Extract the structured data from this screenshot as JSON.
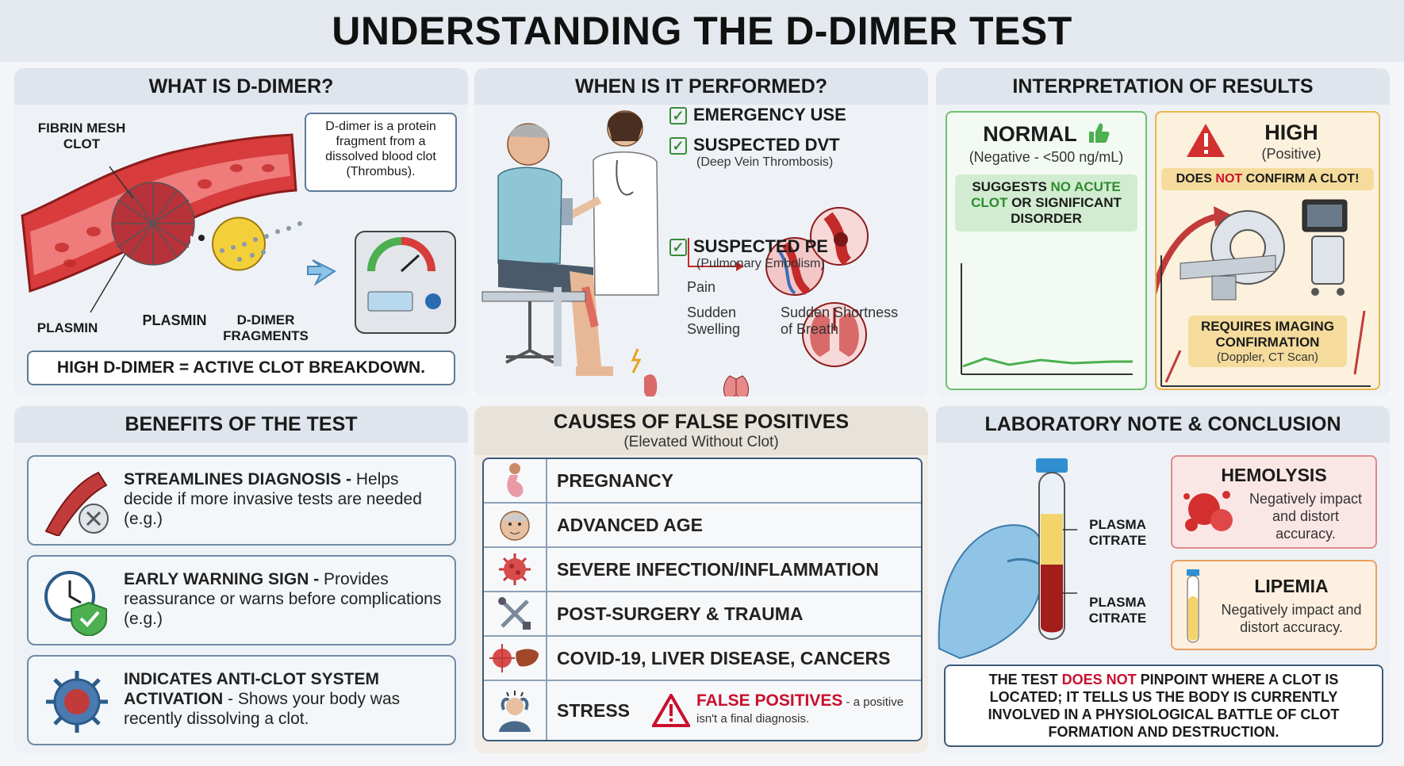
{
  "title": "UNDERSTANDING THE D-DIMER TEST",
  "what": {
    "title": "WHAT IS D-DIMER?",
    "fibrin_label": "FIBRIN MESH\nCLOT",
    "plasmin_left": "PLASMIN",
    "plasmin_center": "PLASMIN",
    "fragments_label": "D-DIMER\nFRAGMENTS",
    "definition": "D-dimer is a protein fragment from a dissolved blood clot (Thrombus).",
    "summary": "HIGH D-DIMER = ACTIVE CLOT BREAKDOWN."
  },
  "when": {
    "title": "WHEN IS IT PERFORMED?",
    "items": [
      {
        "label": "EMERGENCY USE",
        "sub": ""
      },
      {
        "label": "SUSPECTED DVT",
        "sub": "(Deep Vein Thrombosis)"
      },
      {
        "label": "SUSPECTED PE",
        "sub": "(Pulmonary Embolism)"
      }
    ],
    "symptoms": {
      "pain": "Pain",
      "swelling": "Sudden\nSwelling",
      "breath": "Sudden Shortness\nof Breath"
    }
  },
  "interpret": {
    "title": "INTERPRETATION OF RESULTS",
    "normal_title": "NORMAL",
    "normal_sub": "(Negative - <500 ng/mL)",
    "normal_msg_pre": "SUGGESTS ",
    "normal_msg_em": "NO ACUTE CLOT",
    "normal_msg_post": " OR SIGNIFICANT DISORDER",
    "high_title": "HIGH",
    "high_sub": "(Positive)",
    "high_msg_pre": "DOES ",
    "high_msg_em": "NOT",
    "high_msg_post": " CONFIRM A CLOT!",
    "imaging_title": "REQUIRES IMAGING CONFIRMATION",
    "imaging_sub": "(Doppler, CT Scan)"
  },
  "benefits": {
    "title": "BENEFITS OF THE TEST",
    "items": [
      {
        "bold": "STREAMLINES DIAGNOSIS -",
        "text": " Helps decide if more invasive tests are needed (e.g.)"
      },
      {
        "bold": "EARLY WARNING SIGN -",
        "text": " Provides reassurance or warns before complications (e.g.)"
      },
      {
        "bold": "INDICATES ANTI-CLOT SYSTEM ACTIVATION",
        "text": " - Shows your body was recently dissolving a clot."
      }
    ]
  },
  "causes": {
    "title": "CAUSES OF FALSE POSITIVES",
    "subtitle": "(Elevated Without Clot)",
    "rows": [
      "PREGNANCY",
      "ADVANCED AGE",
      "SEVERE INFECTION/INFLAMMATION",
      "POST-SURGERY & TRAUMA",
      "COVID-19, LIVER DISEASE, CANCERS",
      "STRESS"
    ],
    "warn_title": "FALSE POSITIVES",
    "warn_text": " - a positive isn't a final diagnosis."
  },
  "lab": {
    "title": "LABORATORY NOTE & CONCLUSION",
    "plasma_top": "PLASMA\nCITRATE",
    "plasma_bottom": "PLASMA\nCITRATE",
    "hemolysis_title": "HEMOLYSIS",
    "hemolysis_text": "Negatively impact and distort accuracy.",
    "lipemia_title": "LIPEMIA",
    "lipemia_text": "Negatively impact and distort accuracy.",
    "conclusion_pre": "THE TEST ",
    "conclusion_em": "DOES NOT",
    "conclusion_post": " PINPOINT WHERE A CLOT IS LOCATED; IT TELLS US THE BODY IS CURRENTLY INVOLVED IN A PHYSIOLOGICAL BATTLE OF CLOT FORMATION AND DESTRUCTION."
  },
  "colors": {
    "accent_red": "#c8102e",
    "check_green": "#3a8d3a",
    "normal_green": "#6fbf6f",
    "high_amber": "#e7b64e"
  }
}
